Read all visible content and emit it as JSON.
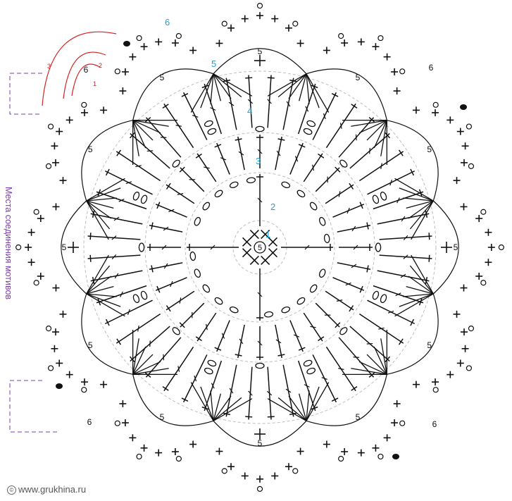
{
  "round_numbers": [
    "1",
    "2",
    "3",
    "4",
    "5",
    "6"
  ],
  "round_numbers_red": [
    "1",
    "2",
    "3"
  ],
  "center_label": "5",
  "arch_chain_label": "5",
  "picot_chain_label": "6",
  "side_caption": "Места соединения мотивов",
  "footer": {
    "text": "www.grukhina.ru",
    "mark": "©"
  },
  "colors": {
    "ink": "#111111",
    "round_number": "#1aa3d9",
    "join": "#7a3fa8",
    "red_path": "#d42020",
    "guide": "#bdbdbd"
  }
}
